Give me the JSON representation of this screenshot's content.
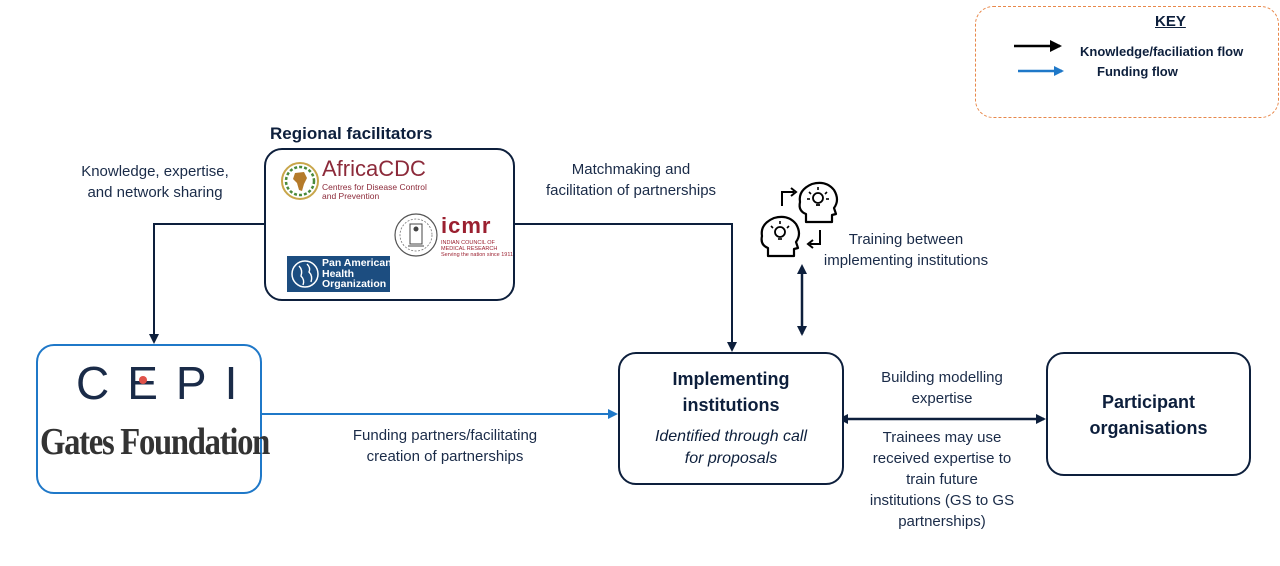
{
  "key": {
    "title": "KEY",
    "knowledge_flow_label": "Knowledge/faciliation flow",
    "funding_flow_label": "Funding flow"
  },
  "regional": {
    "title": "Regional facilitators",
    "africacdc": {
      "name": "AfricaCDC",
      "sub_line1": "Centres for Disease Control",
      "sub_line2": "and Prevention"
    },
    "icmr": {
      "name": "icmr",
      "sub_line1": "INDIAN COUNCIL OF",
      "sub_line2": "MEDICAL RESEARCH",
      "sub_line3": "Serving the nation since 1911"
    },
    "paho": {
      "line1": "Pan American",
      "line2": "Health",
      "line3": "Organization"
    }
  },
  "funders": {
    "cepi": "CEPI",
    "gates": "Gates Foundation"
  },
  "implementing": {
    "title_line1": "Implementing",
    "title_line2": "institutions",
    "sub_line1": "Identified through call",
    "sub_line2": "for proposals"
  },
  "participant": {
    "line1": "Participant",
    "line2": "organisations"
  },
  "labels": {
    "knowledge": [
      "Knowledge, expertise,",
      "and network sharing"
    ],
    "matchmaking": [
      "Matchmaking and",
      "facilitation of partnerships"
    ],
    "training": [
      "Training between",
      "implementing institutions"
    ],
    "funding": [
      "Funding partners/facilitating",
      "creation of partnerships"
    ],
    "building": [
      "Building modelling",
      "expertise"
    ],
    "trainees": [
      "Trainees may use",
      "received expertise to",
      "train future",
      "institutions (GS to GS",
      "partnerships)"
    ]
  },
  "colors": {
    "knowledge": "#0d1f3c",
    "funding": "#1f78c8",
    "key_border": "#e8884a"
  }
}
